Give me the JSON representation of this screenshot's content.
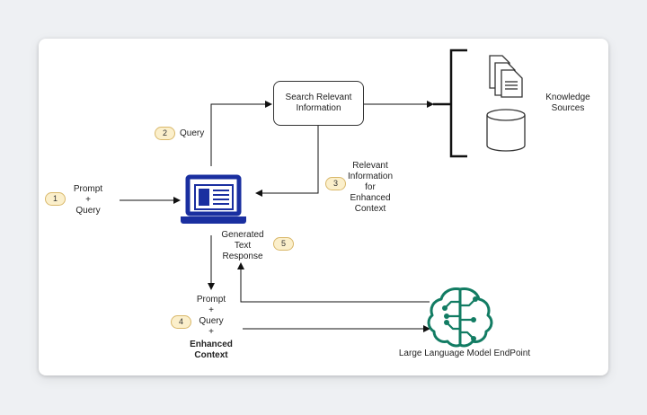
{
  "nodes": {
    "prompt_query": "Prompt\n+\nQuery",
    "search": "Search Relevant\nInformation",
    "knowledge": "Knowledge\nSources",
    "relevant": "Relevant\nInformation\nfor\nEnhanced\nContext",
    "generated": "Generated\nText\nResponse",
    "prompt_query_enh_plain": "Prompt\n+\nQuery\n+",
    "enhanced_context": "Enhanced\nContext",
    "llm": "Large Language Model EndPoint"
  },
  "edges": {
    "query_label": "Query"
  },
  "badges": [
    "1",
    "2",
    "3",
    "4",
    "5"
  ],
  "colors": {
    "laptop": "#1a2fa0",
    "llm_icon": "#127c63",
    "badge_fill": "#fbefcb",
    "line": "#111111"
  },
  "icons": [
    "document-stack-icon",
    "database-icon",
    "laptop-icon",
    "brain-circuit-icon"
  ]
}
